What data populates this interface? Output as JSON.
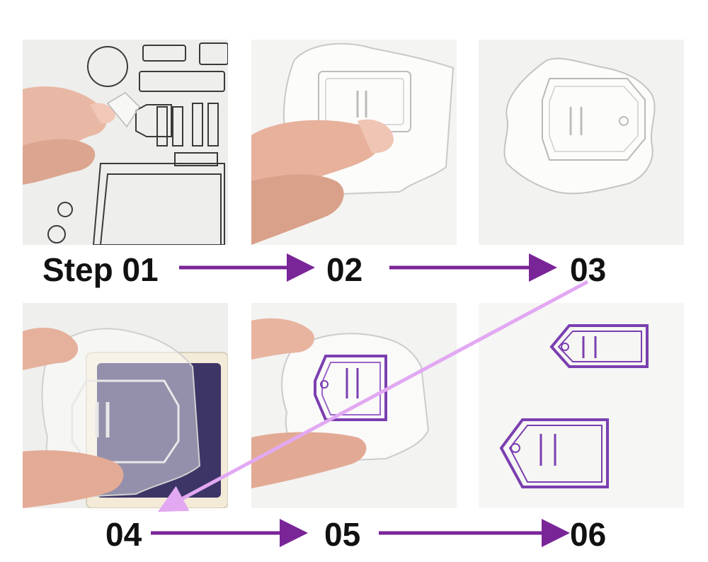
{
  "steps": [
    {
      "label": "Step 01"
    },
    {
      "label": "02"
    },
    {
      "label": "03"
    },
    {
      "label": "04"
    },
    {
      "label": "05"
    },
    {
      "label": "06"
    }
  ],
  "colors": {
    "arrow": "#7a2597",
    "arrow_diagonal": "#e2a8f2",
    "stamp_ink": "#7b3fb0",
    "text": "#111111"
  }
}
